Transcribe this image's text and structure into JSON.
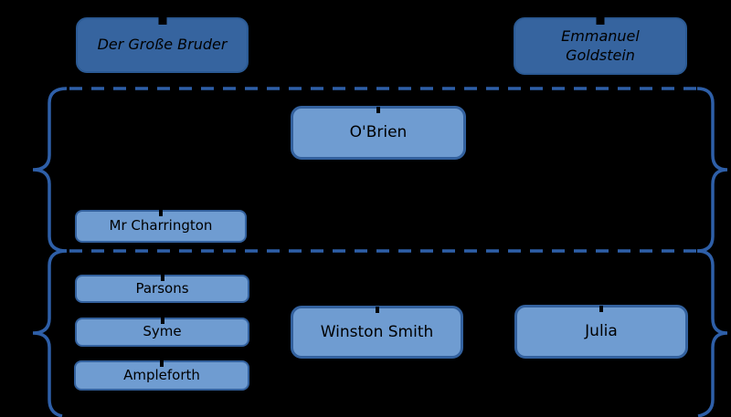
{
  "colors": {
    "background": "#000000",
    "dark_node_fill": "#36649F",
    "dark_node_border": "#2B5A94",
    "light_node_fill": "#6F9CD1",
    "light_node_border": "#33619E",
    "frame_line": "#2E5FA8",
    "node_text": "#000000"
  },
  "nodes": {
    "big_brother": {
      "label": "Der Große Bruder"
    },
    "goldstein": {
      "label": "Emmanuel Goldstein"
    },
    "obrien": {
      "label": "O'Brien"
    },
    "charrington": {
      "label": "Mr Charrington"
    },
    "parsons": {
      "label": "Parsons"
    },
    "syme": {
      "label": "Syme"
    },
    "ampleforth": {
      "label": "Ampleforth"
    },
    "winston": {
      "label": "Winston Smith"
    },
    "julia": {
      "label": "Julia"
    }
  }
}
